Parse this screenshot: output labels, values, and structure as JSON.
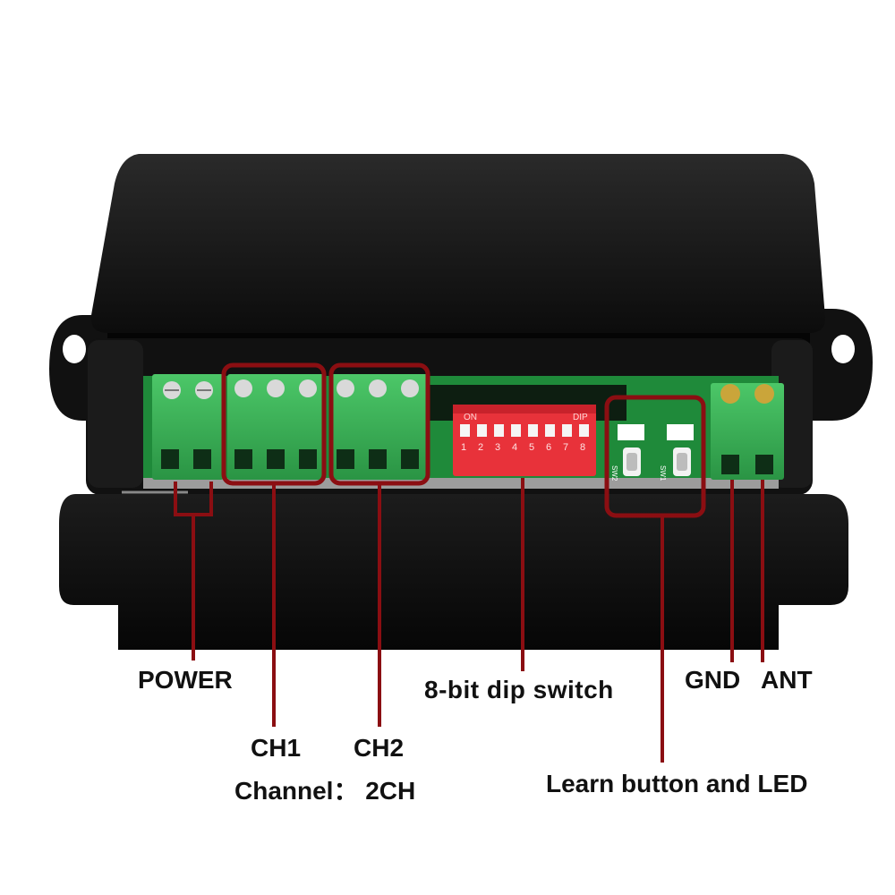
{
  "labels": {
    "power": "POWER",
    "ch1": "CH1",
    "ch2": "CH2",
    "channel": "Channel： 2CH",
    "dip_switch": "8-bit  dip  switch",
    "gnd": "GND",
    "ant": "ANT",
    "learn": "Learn button and LED"
  },
  "pcb_text": {
    "dip_on": "ON",
    "dip_brand": "DIP",
    "dip_numbers": [
      "1",
      "2",
      "3",
      "4",
      "5",
      "6",
      "7",
      "8"
    ],
    "sw2": "SW2",
    "sw1": "SW1"
  },
  "colors": {
    "housing": "#1a1a1a",
    "pcb": "#1f8a3a",
    "terminal": "#3fb35a",
    "dip_body": "#e8323a",
    "callout": "#8b0e12"
  }
}
